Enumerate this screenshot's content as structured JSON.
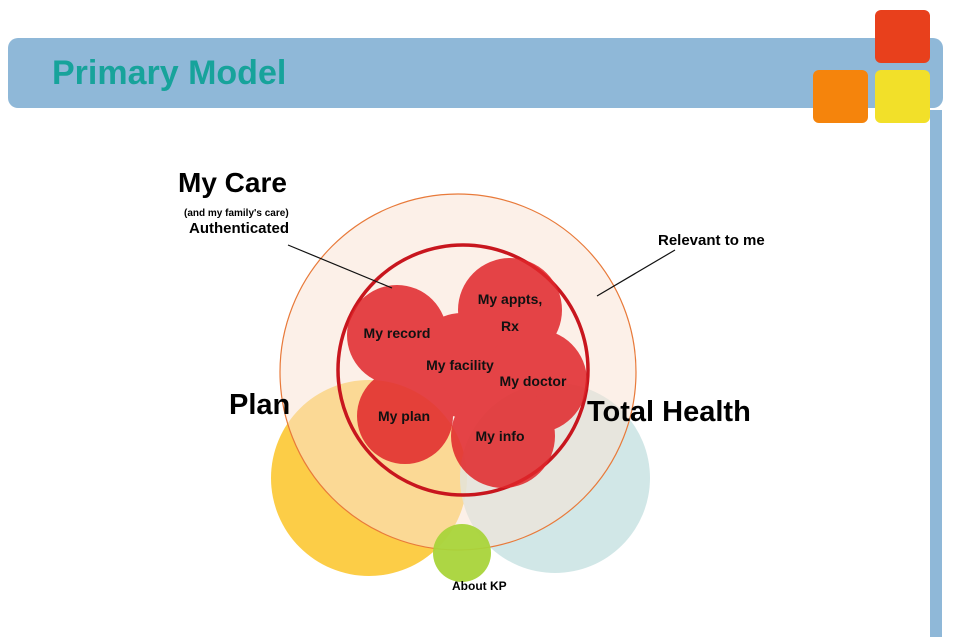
{
  "header": {
    "title": "Primary Model"
  },
  "colors": {
    "header_bar": "#8fb8d8",
    "title": "#17a39b",
    "square_red": "#e8401c",
    "square_orange": "#f5840c",
    "square_yellow": "#f2e029",
    "plan_circle": "#fcc937",
    "total_health_circle": "#c9e3e3",
    "about_circle": "#a9d43a",
    "relevant_circle_fill": "#fae3d6",
    "relevant_circle_stroke": "#e87a3a",
    "my_care_ring": "#c8161e",
    "bubble": "#e0262a"
  },
  "diagram": {
    "my_care": {
      "title": "My Care",
      "subtitle": "(and my family's care)",
      "status": "Authenticated"
    },
    "relevant_label": "Relevant to me",
    "plan_label": "Plan",
    "total_health_label": "Total Health",
    "about_label": "About KP",
    "bubbles": {
      "record": "My record",
      "appts_line1": "My appts,",
      "appts_line2": "Rx",
      "facility": "My facility",
      "doctor": "My doctor",
      "plan": "My plan",
      "info": "My info"
    }
  }
}
